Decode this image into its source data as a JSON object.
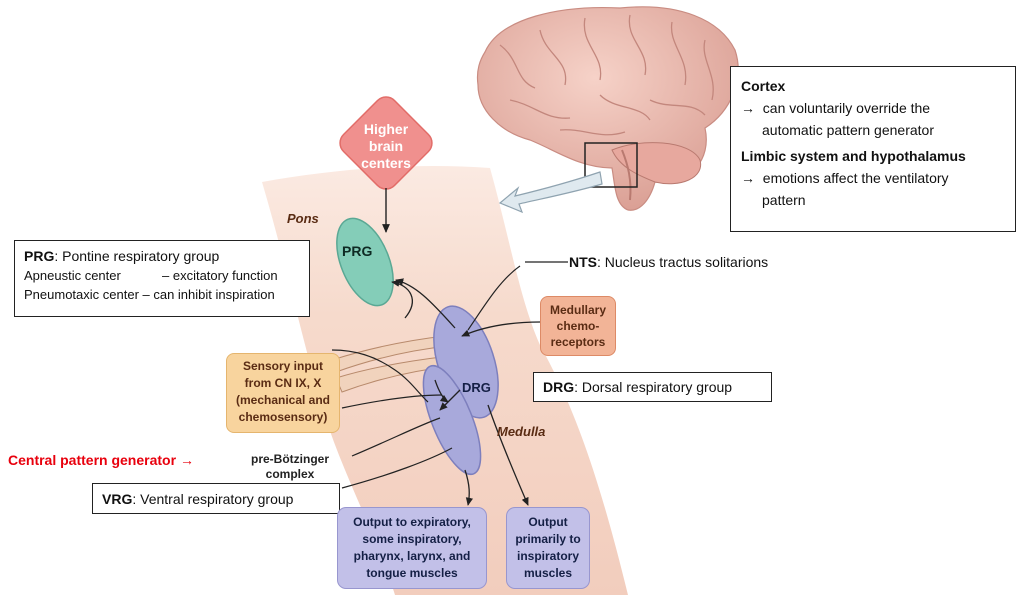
{
  "cortex_box": {
    "heading1": "Cortex",
    "arrow": "→",
    "line1": "can voluntarily override the",
    "line2": "automatic pattern generator",
    "heading2": "Limbic system and hypothalamus",
    "line3": "emotions affect the ventilatory",
    "line4": "pattern"
  },
  "higher_centers": [
    "Higher",
    "brain",
    "centers"
  ],
  "pons_label": "Pons",
  "medulla_label": "Medulla",
  "prg_oval": "PRG",
  "drg_oval": "DRG",
  "prg_box": {
    "abbr": "PRG",
    "title": ": Pontine respiratory group",
    "apneustic_name": "Apneustic center",
    "apneustic_desc": "– excitatory function",
    "pneumotaxic": "Pneumotaxic center – can inhibit inspiration"
  },
  "nts": {
    "abbr": "NTS",
    "desc": ":  Nucleus tractus solitarions"
  },
  "medullary": [
    "Medullary",
    "chemo-",
    "receptors"
  ],
  "sensory": [
    "Sensory input",
    "from CN IX, X",
    "(mechanical and",
    "chemosensory)"
  ],
  "drg_box": {
    "abbr": "DRG",
    "desc": ": Dorsal respiratory group"
  },
  "cpg": {
    "label": "Central pattern generator",
    "arrow": "→"
  },
  "pre_botzinger": [
    "pre-Bötzinger",
    "complex"
  ],
  "vrg_box": {
    "abbr": "VRG",
    "desc": ": Ventral respiratory group"
  },
  "output1": [
    "Output to expiratory,",
    "some inspiratory,",
    "pharynx, larynx, and",
    "tongue muscles"
  ],
  "output2": [
    "Output",
    "primarily to",
    "inspiratory",
    "muscles"
  ],
  "colors": {
    "brainstem": "#f6ddd0",
    "brain": "#eab4aa",
    "prg": "#84cdb8",
    "groups": "#a8a9db",
    "higher": "#f0908e",
    "medullary": "#f2b497",
    "sensory": "#f8d49e",
    "output": "#c2c0e8",
    "cpg_text": "#e8000d"
  }
}
